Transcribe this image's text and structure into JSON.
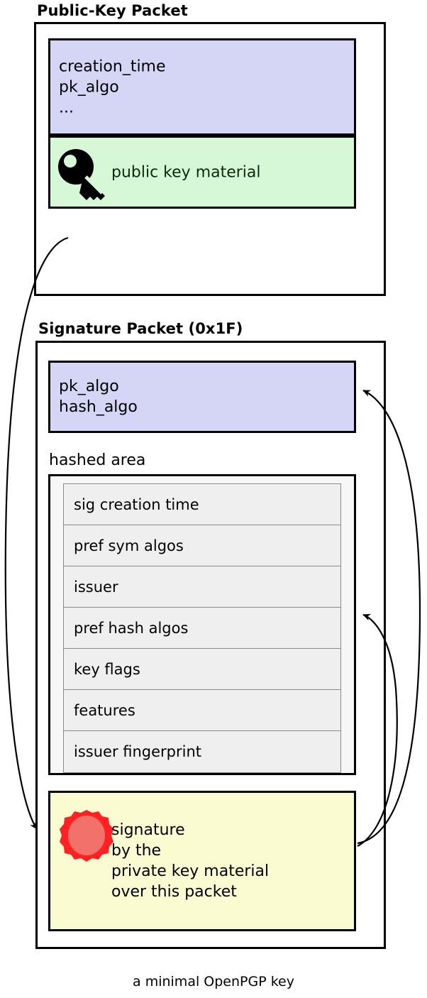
{
  "diagram": {
    "caption": "a minimal OpenPGP key",
    "colors": {
      "header_fill": "#d5d5f5",
      "keymaterial_fill": "#d6f8d6",
      "signature_fill": "#fbfbd2",
      "hashed_area_fill": "#f7f7f7",
      "subpacket_fill": "#efefef",
      "seal_outer": "#ff2222",
      "seal_inner": "#f2726b",
      "stroke": "#000000"
    }
  },
  "public_key_packet": {
    "title": "Public-Key Packet",
    "header_fields": "creation_time\npk_algo\n...",
    "header_lines": [
      "creation_time",
      "pk_algo",
      "..."
    ],
    "key_material_label": "public key material",
    "key_icon": "key-icon"
  },
  "signature_packet": {
    "title": "Signature Packet (0x1F)",
    "header_fields": "pk_algo\nhash_algo",
    "header_lines": [
      "pk_algo",
      "hash_algo"
    ],
    "hashed_area_label": "hashed area",
    "subpackets": [
      "sig creation time",
      "pref sym algos",
      "issuer",
      "pref hash algos",
      "key flags",
      "features",
      "issuer fingerprint"
    ],
    "signature_text": "signature\nby the\nprivate key material\nover this packet",
    "signature_lines": [
      "signature",
      "by the",
      "private key material",
      "over this packet"
    ],
    "seal_icon": "wax-seal-icon"
  }
}
